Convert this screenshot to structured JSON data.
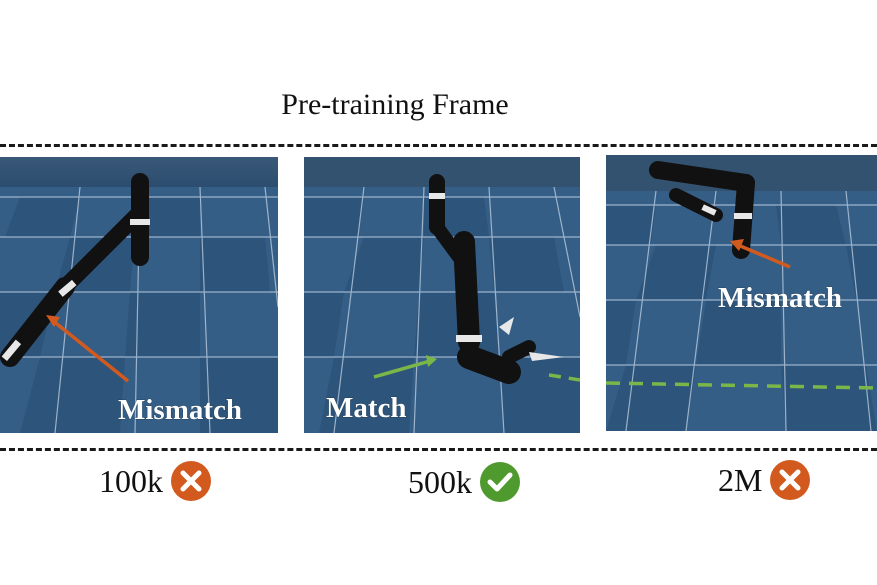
{
  "title": "Pre-training Frame",
  "colors": {
    "mismatch": "#d35a1f",
    "match": "#7ab648",
    "check": "#4e9a2e",
    "floor_dark": "#244a70",
    "floor_light": "#3f6a94"
  },
  "panels": [
    {
      "label": "Mismatch",
      "status_icon": "cross-icon"
    },
    {
      "label": "Match",
      "status_icon": "check-icon"
    },
    {
      "label": "Mismatch",
      "status_icon": "cross-icon"
    }
  ],
  "steps": [
    {
      "value": "100k",
      "status": "fail"
    },
    {
      "value": "500k",
      "status": "pass"
    },
    {
      "value": "2M",
      "status": "fail"
    }
  ]
}
